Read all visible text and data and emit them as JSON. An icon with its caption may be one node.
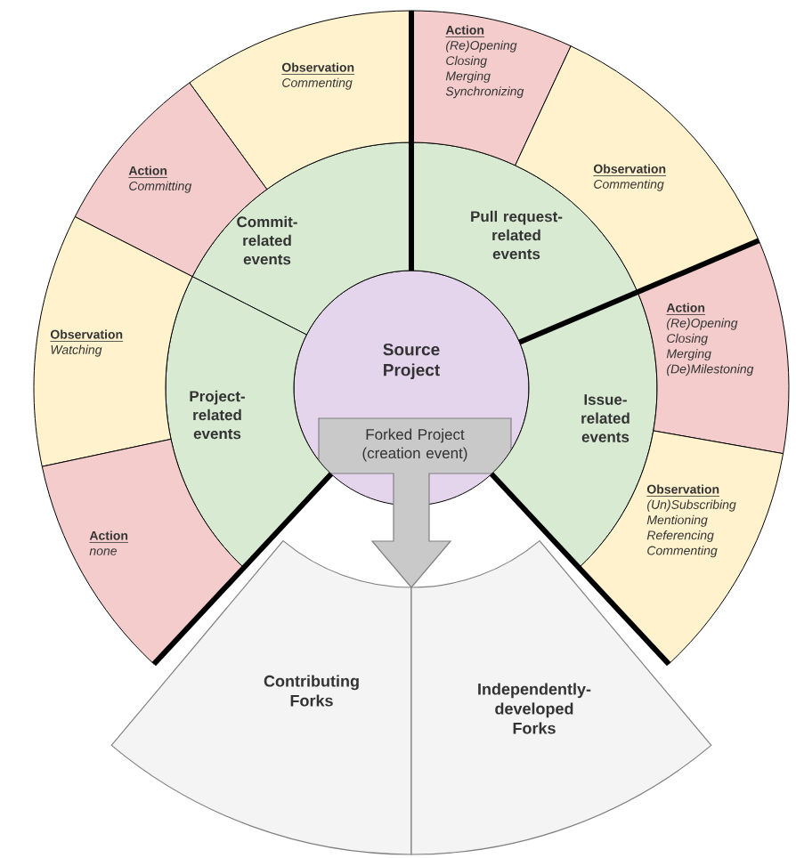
{
  "diagram": {
    "nodes": [
      {
        "text": [
          "Source Project"
        ]
      },
      {
        "text": [
          "Forked Project (creation event)"
        ]
      },
      {
        "text": [
          "Commit-related events"
        ]
      },
      {
        "text": [
          "Pull request-related events"
        ]
      },
      {
        "text": [
          "Issue-related events"
        ]
      },
      {
        "text": [
          "Project-related events"
        ]
      },
      {
        "text": [
          "Observation",
          "Commenting"
        ]
      },
      {
        "text": [
          "Action",
          "Committing"
        ]
      },
      {
        "text": [
          "Action",
          "(Re)Opening Closing Merging Synchronizing"
        ]
      },
      {
        "text": [
          "Observation",
          "Commenting"
        ]
      },
      {
        "text": [
          "Action",
          "(Re)Opening Closing Merging (De)Milestoning"
        ]
      },
      {
        "text": [
          "Observation",
          "(Un)Subscribing Mentioning Referencing Commenting"
        ]
      },
      {
        "text": [
          "Observation",
          "Watching"
        ]
      },
      {
        "text": [
          "Action",
          "none"
        ]
      },
      {
        "text": [
          "Contributing Forks"
        ]
      },
      {
        "text": [
          "Independently-developed Forks"
        ]
      }
    ]
  }
}
